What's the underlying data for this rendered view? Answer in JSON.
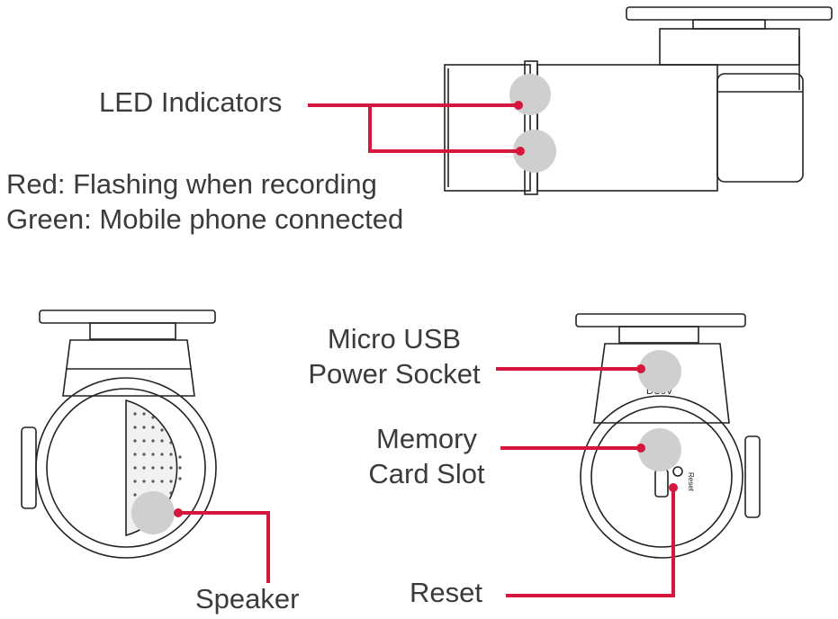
{
  "labels": {
    "led_indicators": "LED Indicators",
    "led_red": "Red: Flashing when recording",
    "led_green": "Green: Mobile phone connected",
    "micro_usb_line1": "Micro USB",
    "micro_usb_line2": "Power Socket",
    "memory_line1": "Memory",
    "memory_line2": "Card Slot",
    "speaker": "Speaker",
    "reset": "Reset"
  },
  "device_marks": {
    "reset_print": "Reset",
    "usb_print": "DC5V"
  },
  "colors": {
    "callout": "#d6173d",
    "outline": "#222222",
    "highlight": "#c9c9c9"
  }
}
